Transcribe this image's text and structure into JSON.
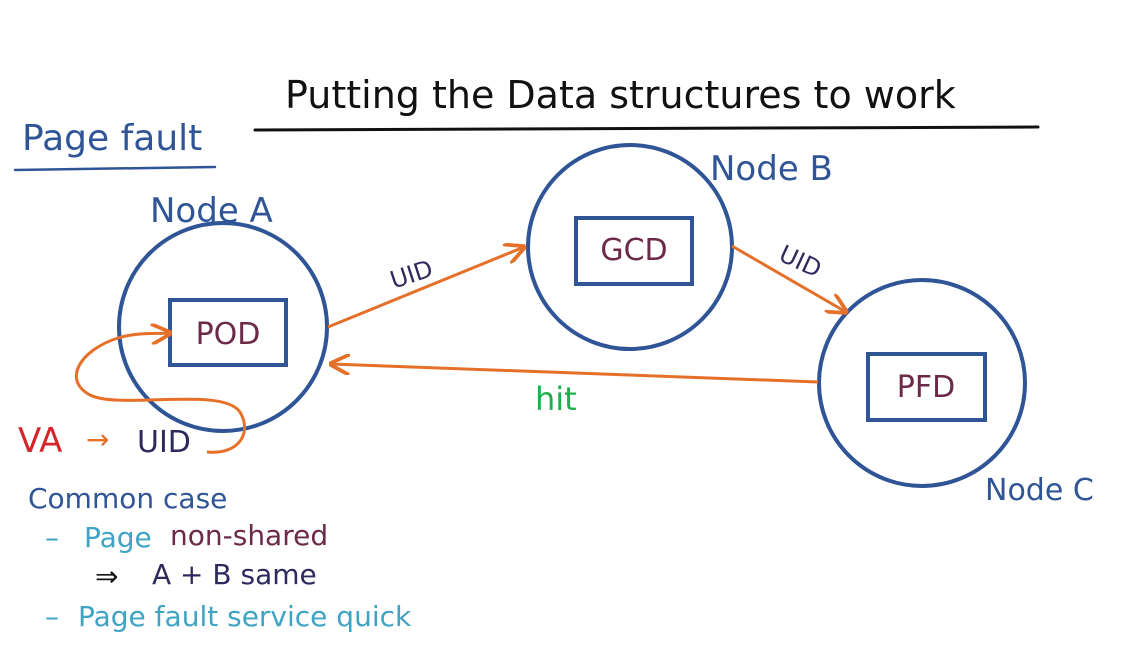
{
  "title": "Putting the Data structures to work",
  "heading": "Page fault",
  "nodes": [
    {
      "label": "Node A",
      "box": "POD"
    },
    {
      "label": "Node B",
      "box": "GCD"
    },
    {
      "label": "Node C",
      "box": "PFD"
    }
  ],
  "edges": {
    "a_to_b": "UID",
    "b_to_c": "UID",
    "c_to_a": "hit"
  },
  "va_flow": {
    "va": "VA",
    "arrow": "→",
    "uid": "UID"
  },
  "notes": {
    "common_case": "Common case",
    "dash1": "–",
    "page1": "Page",
    "non_shared": "non-shared",
    "implies": "⇒",
    "same": "A + B same",
    "dash2": "–",
    "service": "Page fault service quick"
  },
  "colors": {
    "ink_blue": "#2f5597",
    "arrow_orange": "#e5702a",
    "box_text": "#6b2a48",
    "teal": "#3fa3c4",
    "va_red": "#d6242b",
    "hit_green": "#1fae4b"
  }
}
